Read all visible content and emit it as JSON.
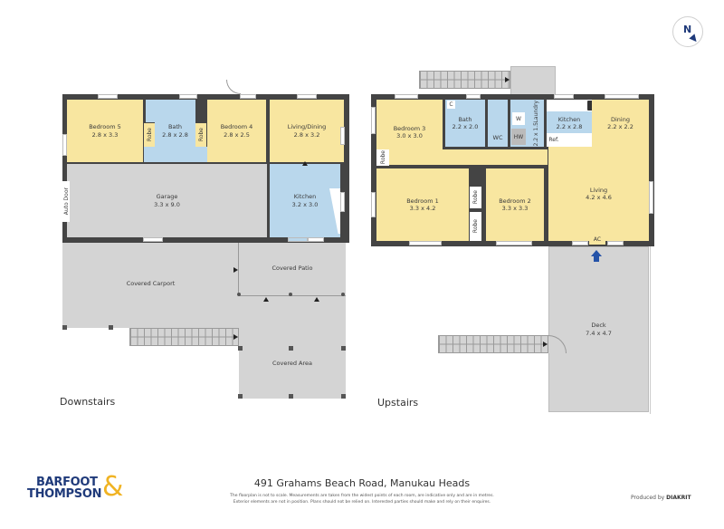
{
  "compass": {
    "label": "N"
  },
  "downstairs": {
    "label": "Downstairs",
    "rooms": {
      "bedroom5": {
        "name": "Bedroom 5",
        "size": "2.8 x 3.3"
      },
      "bath": {
        "name": "Bath",
        "size": "2.8 x 2.8"
      },
      "bedroom4": {
        "name": "Bedroom 4",
        "size": "2.8 x 2.5"
      },
      "living_dining": {
        "name": "Living/Dining",
        "size": "2.8 x 3.2"
      },
      "garage": {
        "name": "Garage",
        "size": "3.3 x 9.0"
      },
      "kitchen": {
        "name": "Kitchen",
        "size": "3.2 x 3.0"
      },
      "covered_carport": {
        "name": "Covered Carport"
      },
      "covered_patio": {
        "name": "Covered Patio"
      },
      "covered_area": {
        "name": "Covered Area"
      }
    },
    "labels": {
      "robe": "Robe",
      "auto_door": "Auto Door"
    }
  },
  "upstairs": {
    "label": "Upstairs",
    "rooms": {
      "bedroom3": {
        "name": "Bedroom 3",
        "size": "3.0 x 3.0"
      },
      "bath": {
        "name": "Bath",
        "size": "2.2 x 2.0"
      },
      "laundry": {
        "name": "Laundry",
        "size": "2.2 x 1.5"
      },
      "kitchen": {
        "name": "Kitchen",
        "size": "2.2 x 2.8"
      },
      "dining": {
        "name": "Dining",
        "size": "2.2 x 2.2"
      },
      "living": {
        "name": "Living",
        "size": "4.2 x 4.6"
      },
      "bedroom1": {
        "name": "Bedroom 1",
        "size": "3.3 x 4.2"
      },
      "bedroom2": {
        "name": "Bedroom 2",
        "size": "3.3 x 3.3"
      },
      "deck": {
        "name": "Deck",
        "size": "7.4 x 4.7"
      }
    },
    "labels": {
      "robe": "Robe",
      "c": "C",
      "wc": "WC",
      "w": "W",
      "hw": "HW",
      "ref": "Ref.",
      "ac": "AC"
    }
  },
  "footer": {
    "brand_line1": "BARFOOT",
    "brand_line2": "THOMPSON",
    "brand_amp": "&",
    "address": "491 Grahams Beach Road, Manukau Heads",
    "disclaimer_line1": "The floorplan is not to scale. Measurements are taken from the widest points of each room, are indicative only and are in metres.",
    "disclaimer_line2": "Exterior elements are not in position. Plans should not be relied on. Interested parties should make and rely on their enquires.",
    "produced_by": "Produced by",
    "producer": "DIAKRIT"
  },
  "colors": {
    "living": "#f8e6a0",
    "wet": "#b9d7ec",
    "outdoor": "#d4d4d4",
    "wall": "#444444",
    "brand_blue": "#1f3a7a",
    "brand_gold": "#f0b323",
    "arrow_blue": "#2452a8"
  }
}
